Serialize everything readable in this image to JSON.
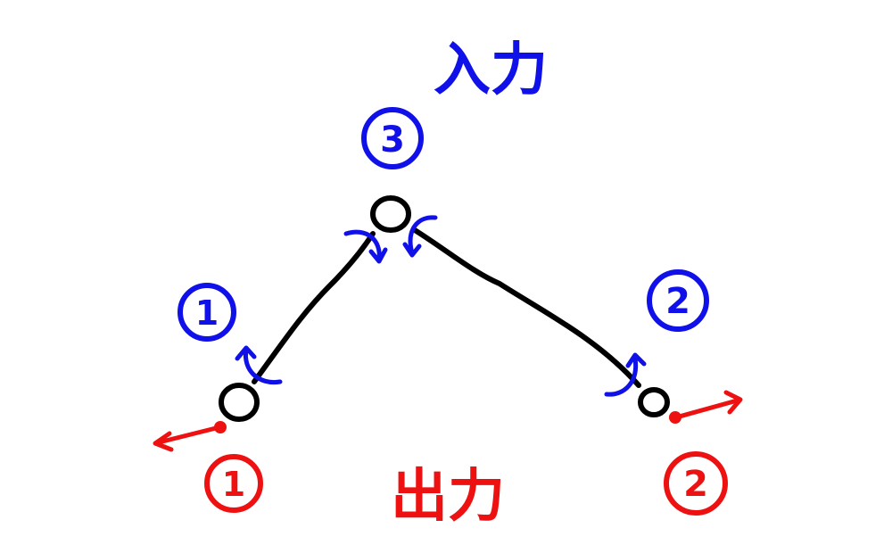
{
  "labels": {
    "input": "入力",
    "output": "出力",
    "blue_1": "1",
    "blue_2": "2",
    "blue_3": "3",
    "red_1": "1",
    "red_2": "2"
  },
  "colors": {
    "input": "#1010e8",
    "output": "#ee1111",
    "link": "#000000"
  }
}
